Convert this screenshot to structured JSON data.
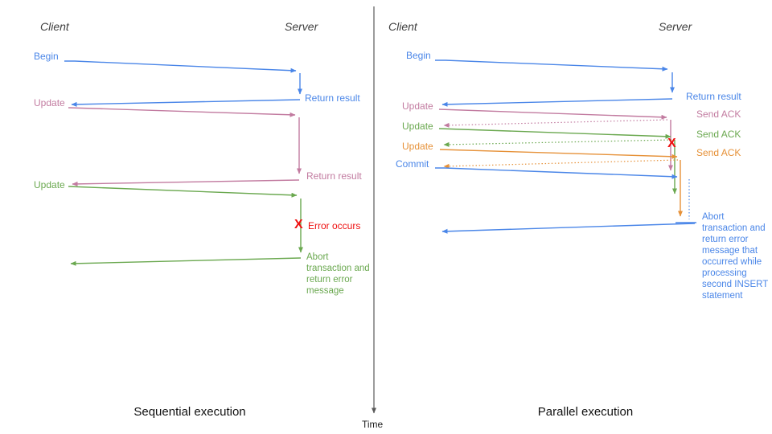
{
  "colors": {
    "blue": "#4a86e8",
    "pink": "#c27ba0",
    "green": "#6aa84f",
    "orange": "#e69138",
    "red": "#ee1111",
    "axis_gray": "#595959"
  },
  "time_axis": {
    "label": "Time"
  },
  "sequential": {
    "client_header": "Client",
    "server_header": "Server",
    "caption": "Sequential execution",
    "begin_label": "Begin",
    "return_result_1": "Return result",
    "update_1": "Update",
    "return_result_2": "Return result",
    "update_2": "Update",
    "error_x": "X",
    "error_label": "Error occurs",
    "abort_label": "Abort transaction and return error message"
  },
  "parallel": {
    "client_header": "Client",
    "server_header": "Server",
    "caption": "Parallel execution",
    "begin_label": "Begin",
    "return_result": "Return result",
    "update_1": "Update",
    "send_ack_1": "Send ACK",
    "update_2": "Update",
    "send_ack_2": "Send ACK",
    "update_3": "Update",
    "send_ack_3": "Send ACK",
    "commit_label": "Commit",
    "error_x": "X",
    "abort_label": "Abort transaction and return error message that occurred while processing second INSERT statement"
  }
}
